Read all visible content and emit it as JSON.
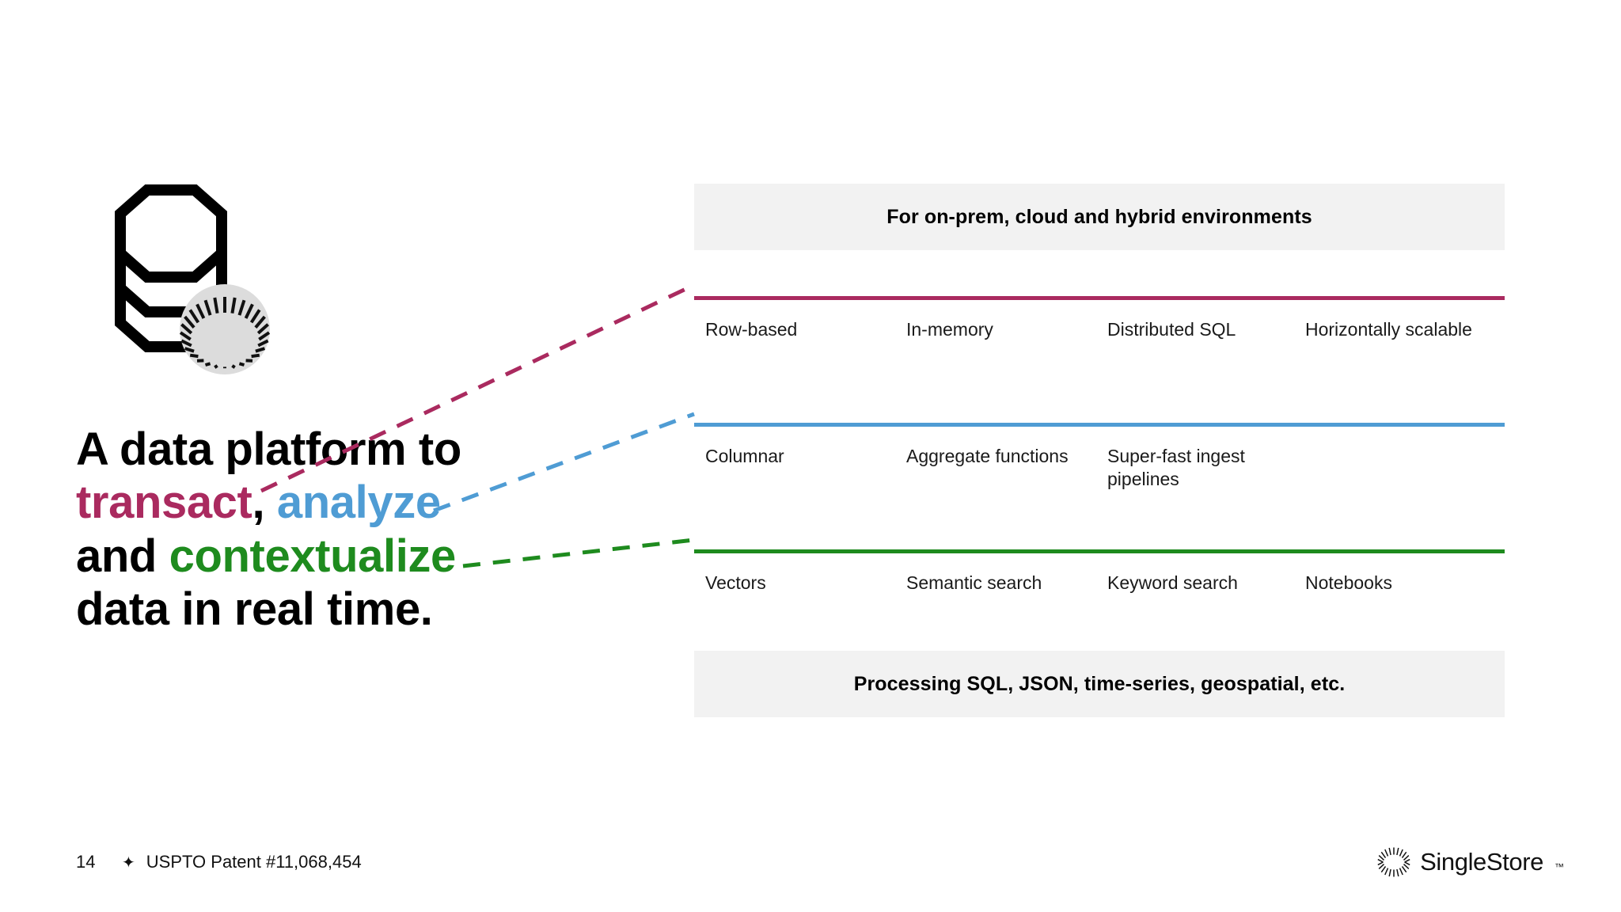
{
  "headline": {
    "line1": "A data platform to",
    "line2_word_transact": "transact",
    "line2_comma": ",",
    "line2_word_analyze": "analyze",
    "line3_and": "and",
    "line3_word_contextualize": "contextualize",
    "line4": "data in real time."
  },
  "panel": {
    "top_band": "For on-prem, cloud and hybrid environments",
    "bottom_band": "Processing SQL, JSON, time-series, geospatial, etc.",
    "rows": [
      {
        "accent": "#AA2A5F",
        "linked_word": "transact",
        "cells": [
          "Row-based",
          "In-memory",
          "Distributed SQL",
          "Horizontally scalable"
        ]
      },
      {
        "accent": "#4F9CD4",
        "linked_word": "analyze",
        "cells": [
          "Columnar",
          "Aggregate functions",
          "Super-fast ingest pipelines",
          ""
        ]
      },
      {
        "accent": "#1E8B1E",
        "linked_word": "contextualize",
        "cells": [
          "Vectors",
          "Semantic search",
          "Keyword search",
          "Notebooks"
        ]
      }
    ]
  },
  "footer": {
    "page_number": "14",
    "star_glyph": "✦",
    "patent_text": "USPTO Patent #11,068,454"
  },
  "brand": {
    "name": "SingleStore",
    "trademark": "™"
  },
  "colors": {
    "crimson": "#AA2A5F",
    "blue": "#4F9CD4",
    "green": "#1E8B1E",
    "band_gray": "#F2F2F2",
    "icon_gray": "#DCDCDC",
    "text_black": "#000000",
    "background": "#FFFFFF"
  }
}
